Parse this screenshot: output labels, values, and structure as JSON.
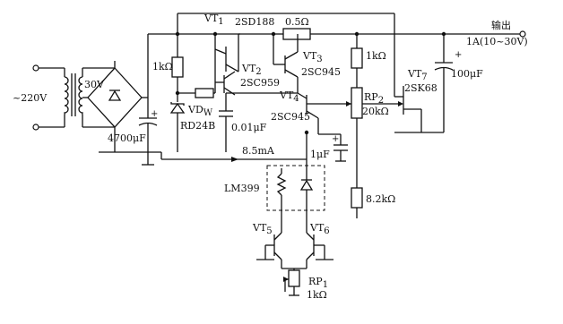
{
  "labels": {
    "mains": "~220V",
    "secondary": "30V",
    "c_filter": "4700μF",
    "r_top": "1kΩ",
    "vt1": "VT",
    "vt1_sub": "1",
    "vt1_part": "2SD188",
    "vt2": "VT",
    "vt2_sub": "2",
    "vt2_part": "2SC959",
    "vt3": "VT",
    "vt3_sub": "3",
    "vt3_part": "2SC945",
    "vt4": "VT",
    "vt4_sub": "4",
    "vt4_part": "2SC945",
    "r_sense": "0.5Ω",
    "r_1k_right": "1kΩ",
    "rp2": "RP",
    "rp2_sub": "2",
    "rp2_val": "20kΩ",
    "vt7": "VT",
    "vt7_sub": "7",
    "vt7_part": "2SK68",
    "output": "输出",
    "output_spec": "1A(10~30V)",
    "c_out": "100μF",
    "vdw": "VD",
    "vdw_sub": "W",
    "vdw_part": "RD24B",
    "c_001": "0.01μF",
    "current": "8.5mA",
    "c_1u": "1μF",
    "r_82k": "8.2kΩ",
    "lm": "LM399",
    "vt5": "VT",
    "vt5_sub": "5",
    "vt6": "VT",
    "vt6_sub": "6",
    "rp1": "RP",
    "rp1_sub": "1",
    "rp1_val": "1kΩ"
  }
}
